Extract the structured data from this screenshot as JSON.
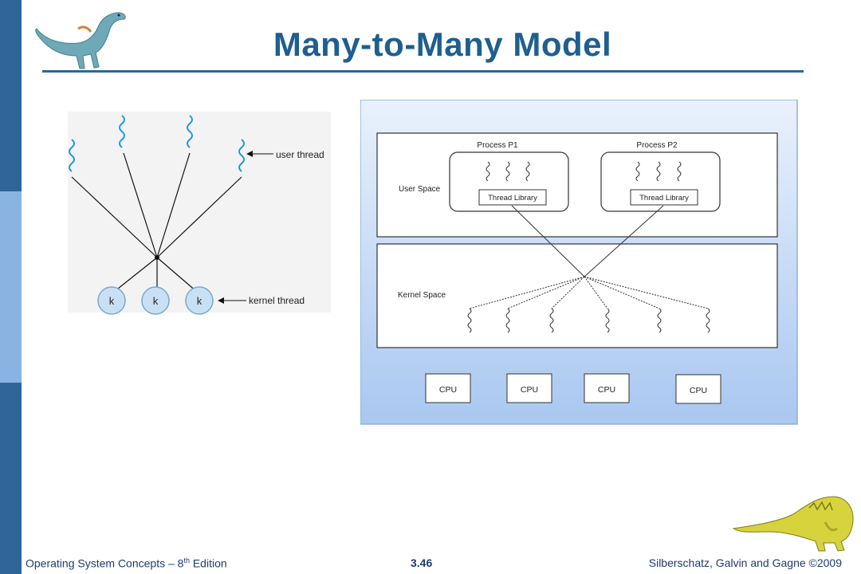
{
  "slide": {
    "title": "Many-to-Many Model"
  },
  "left_figure": {
    "user_thread_label": "user thread",
    "kernel_thread_label": "kernel thread",
    "kernel_nodes": [
      "k",
      "k",
      "k"
    ]
  },
  "right_figure": {
    "user_space_label": "User Space",
    "kernel_space_label": "Kernel Space",
    "processes": [
      {
        "name": "Process P1",
        "library": "Thread Library"
      },
      {
        "name": "Process P2",
        "library": "Thread Library"
      }
    ],
    "cpus": [
      "CPU",
      "CPU",
      "CPU",
      "CPU"
    ]
  },
  "footer": {
    "left_text": "Operating System Concepts – 8",
    "left_sup": "th",
    "left_suffix": " Edition",
    "page": "3.46",
    "right_text": "Silberschatz, Galvin and Gagne ©2009"
  },
  "colors": {
    "sidebar": "#2f6699",
    "sidebar_accent": "#89b4e2",
    "title": "#1f5f8f",
    "diagram_bg": "#c9dcf7"
  }
}
